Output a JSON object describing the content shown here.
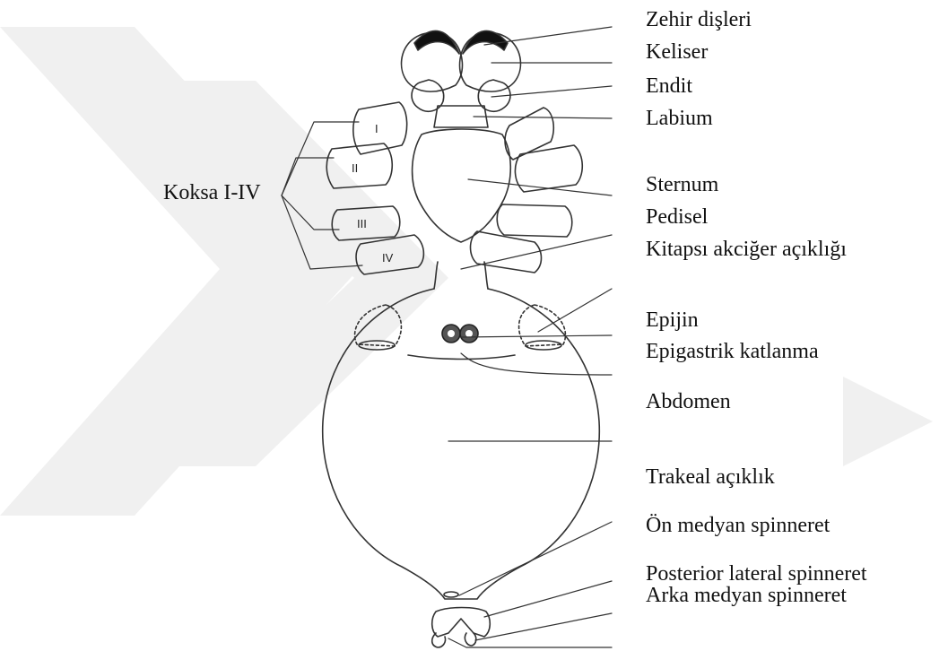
{
  "diagram": {
    "labels": {
      "zehir_disleri": "Zehir dişleri",
      "keliser": "Keliser",
      "endit": "Endit",
      "labium": "Labium",
      "sternum": "Sternum",
      "pedisel": "Pedisel",
      "kitapsi_akciger": "Kitapsı akciğer açıklığı",
      "epijin": "Epijin",
      "epigastrik": "Epigastrik katlanma",
      "abdomen": "Abdomen",
      "trakeal": "Trakeal açıklık",
      "on_medyan": "Ön medyan spinneret",
      "posterior_lateral": "Posterior lateral spinneret",
      "arka_medyan": "Arka medyan spinneret",
      "koksa": "Koksa I-IV"
    },
    "coxa_numerals": [
      "I",
      "II",
      "III",
      "IV"
    ],
    "colors": {
      "line": "#333333",
      "watermark": "#efefef",
      "fang": "#111111"
    }
  }
}
